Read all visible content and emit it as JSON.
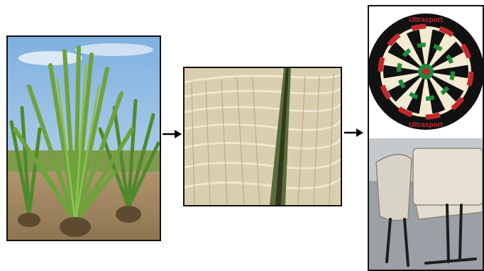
{
  "diagram": {
    "stages": [
      {
        "id": "plant",
        "icon": "sisal-plant-field-image"
      },
      {
        "id": "fiber",
        "icon": "drying-sisal-fiber-image"
      },
      {
        "id": "products",
        "icon": "dartboard-and-school-desk-image"
      }
    ],
    "dartboard_brand": "Ultrasport",
    "colors": {
      "sky": "#9cc3e6",
      "leaf": "#6fa23c",
      "fiber": "#d9cfae",
      "dart_red": "#c3272b",
      "dart_green": "#1f8a3c",
      "desk": "#d8d3c7"
    }
  }
}
